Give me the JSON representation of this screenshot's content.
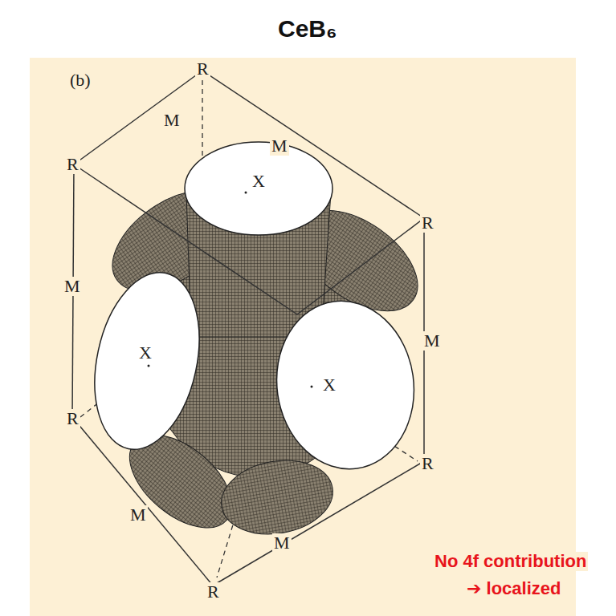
{
  "diagram": {
    "title": "CeB₆",
    "labels": [
      "(b)",
      "R",
      "M",
      "M",
      "R",
      "X",
      "R",
      "M",
      "X",
      "M",
      "X",
      "R",
      "R",
      "M",
      "M",
      "R",
      "No 4f contribution",
      "➔ localized"
    ]
  }
}
